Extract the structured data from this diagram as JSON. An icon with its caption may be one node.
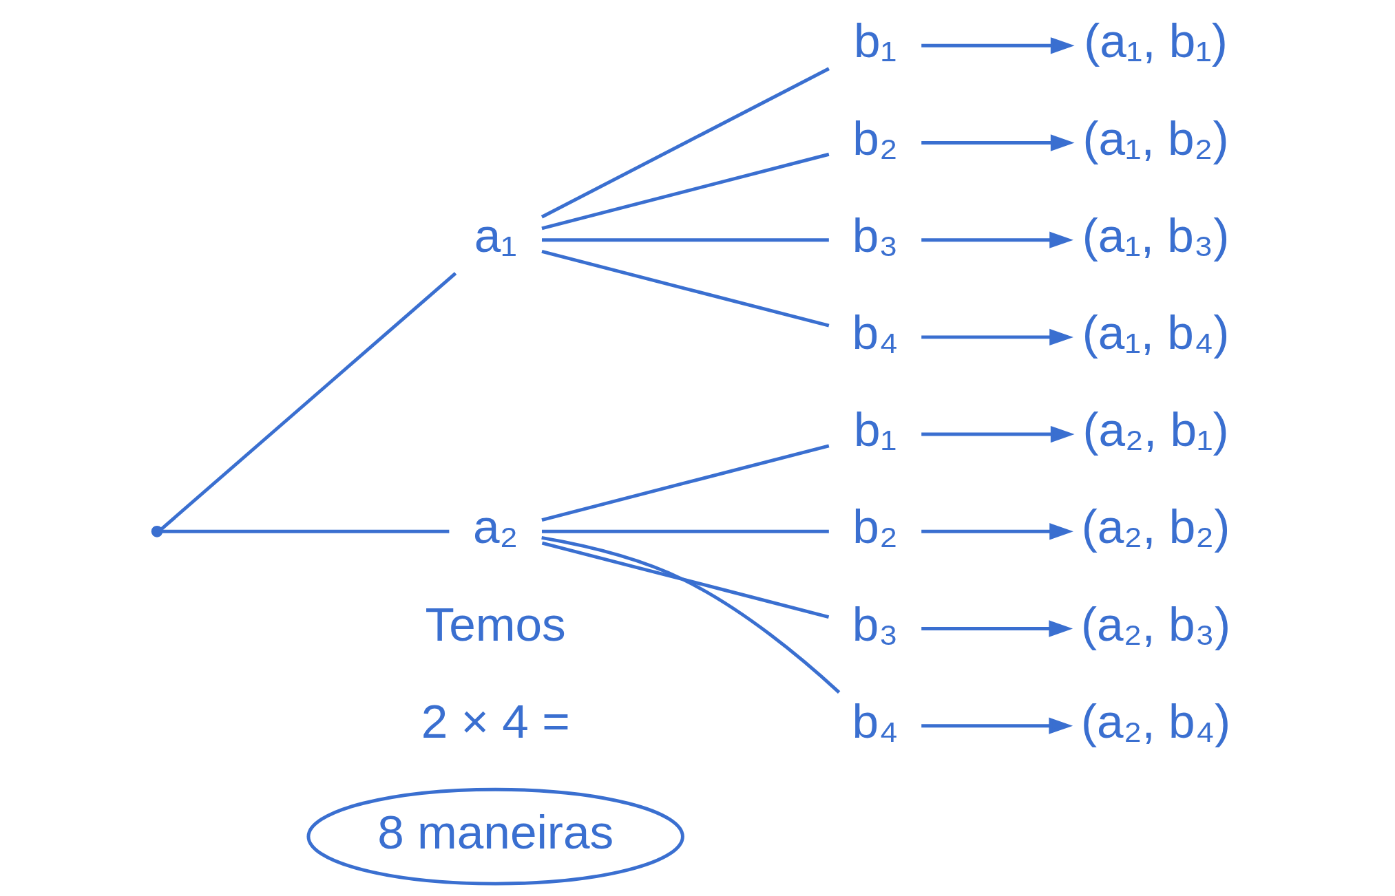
{
  "diagram": {
    "nodes": [
      {
        "text": [],
        "shape": "circle"
      },
      {
        "text": [
          "a₁"
        ]
      },
      {
        "text": [
          "b₁"
        ]
      },
      {
        "text": [
          "b₂"
        ]
      },
      {
        "text": [
          "b₃"
        ]
      },
      {
        "text": [
          "b₄"
        ]
      },
      {
        "text": [
          "(a₁, b₁)"
        ]
      },
      {
        "text": [
          "(a₁, b₂)"
        ]
      },
      {
        "text": [
          "(a₁, b₃)"
        ]
      },
      {
        "text": [
          "(a₁, b₄)"
        ]
      },
      {
        "text": [
          "a₂"
        ]
      },
      {
        "text": [
          "b₁"
        ]
      },
      {
        "text": [
          "b₂"
        ]
      },
      {
        "text": [
          "b₃"
        ]
      },
      {
        "text": [
          "b₄"
        ]
      },
      {
        "text": [
          "(a₂, b₁)"
        ]
      },
      {
        "text": [
          "(a₂, b₂)"
        ]
      },
      {
        "text": [
          "(a₂, b₃)"
        ]
      },
      {
        "text": [
          "(a₂, b₄)"
        ]
      },
      {
        "text": [
          "8 maneiras"
        ]
      }
    ],
    "edges": [
      {
        "from": 0,
        "to": 1,
        "arrow": "none"
      },
      {
        "from": 0,
        "to": 10,
        "arrow": "none"
      },
      {
        "from": 1,
        "to": 2,
        "arrow": "none"
      },
      {
        "from": 1,
        "to": 3,
        "arrow": "none"
      },
      {
        "from": 1,
        "to": 4,
        "arrow": "none"
      },
      {
        "from": 1,
        "to": 5,
        "arrow": "none"
      },
      {
        "from": 2,
        "to": 6,
        "arrow": "to"
      },
      {
        "from": 3,
        "to": 7,
        "arrow": "to"
      },
      {
        "from": 4,
        "to": 8,
        "arrow": "to"
      },
      {
        "from": 5,
        "to": 9,
        "arrow": "to"
      },
      {
        "from": 10,
        "to": 11,
        "arrow": "none"
      },
      {
        "from": 10,
        "to": 12,
        "arrow": "none"
      },
      {
        "from": 10,
        "to": 13,
        "arrow": "none"
      },
      {
        "from": 10,
        "to": 14,
        "arrow": "none"
      },
      {
        "from": 11,
        "to": 15,
        "arrow": "to"
      },
      {
        "from": 12,
        "to": 16,
        "arrow": "to"
      },
      {
        "from": 13,
        "to": 17,
        "arrow": "to"
      },
      {
        "from": 14,
        "to": 18,
        "arrow": "to"
      }
    ],
    "labels": [
      "Temos",
      "2 × 4 ="
    ]
  }
}
